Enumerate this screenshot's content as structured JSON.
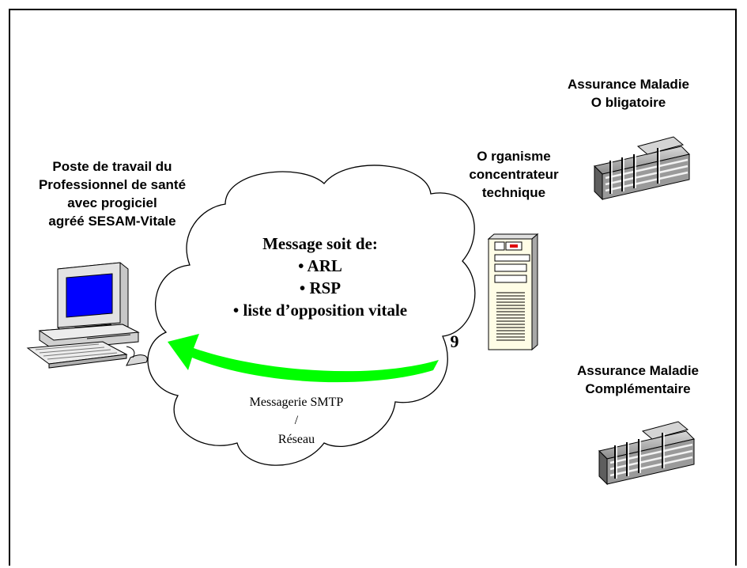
{
  "colors": {
    "arrow": "#00ff00",
    "screen": "#0000ff",
    "outline": "#000000"
  },
  "icons": {
    "workstation": "computer-icon",
    "server": "server-tower-icon",
    "buildings": "office-building-icon"
  },
  "workstation": {
    "lines": [
      "Poste de travail du",
      "Professionnel de santé",
      "avec progiciel",
      "agréé SESAM-Vitale"
    ]
  },
  "concentrator": {
    "lines": [
      "O rganisme",
      "concentrateur",
      "technique"
    ]
  },
  "amo": {
    "lines": [
      "Assurance Maladie",
      "O bligatoire"
    ]
  },
  "amc": {
    "lines": [
      "Assurance Maladie",
      "Complémentaire"
    ]
  },
  "message": {
    "title": "Message soit de:",
    "items": [
      "• ARL",
      "• RSP",
      "• liste d’opposition vitale"
    ]
  },
  "step_number": "9",
  "network": {
    "lines": [
      "Messagerie SMTP",
      "/",
      "Réseau"
    ]
  }
}
